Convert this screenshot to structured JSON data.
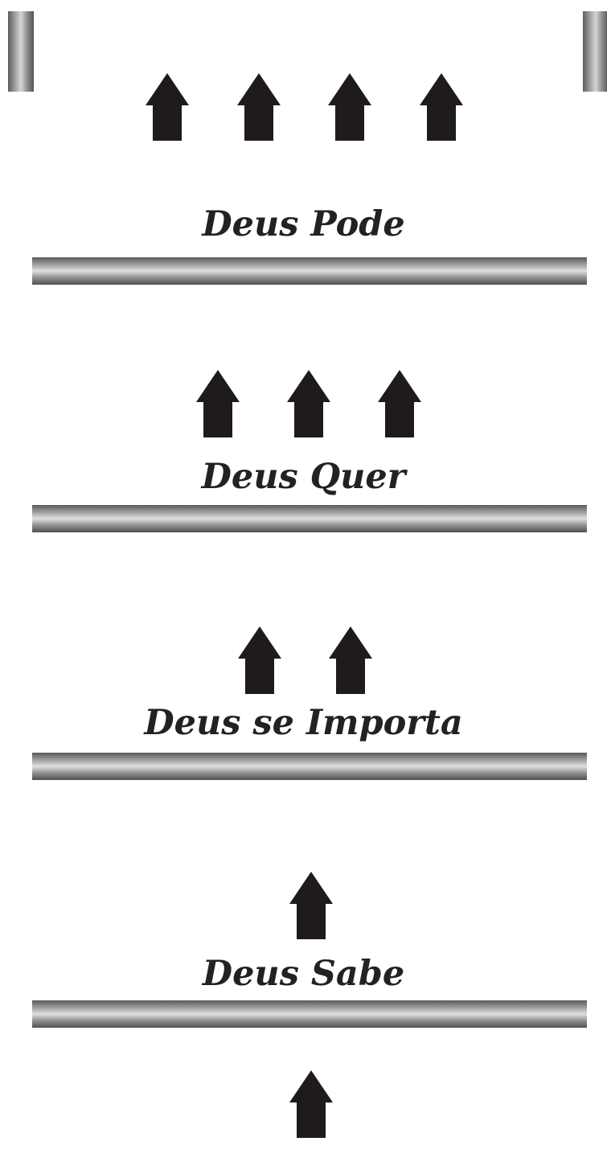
{
  "colors": {
    "rail_dark": "#6e6e6e",
    "rail_mid": "#a9a9a9",
    "rail_light": "#d8d8d8",
    "arrow": "#1f1b1c",
    "text": "#222222",
    "background": "#ffffff"
  },
  "ladder": {
    "steps": [
      {
        "label": "Deus Pode",
        "arrow_count": 4
      },
      {
        "label": "Deus Quer",
        "arrow_count": 3
      },
      {
        "label": "Deus se Importa",
        "arrow_count": 2
      },
      {
        "label": "Deus Sabe",
        "arrow_count": 1
      },
      {
        "label": "",
        "arrow_count": 1
      }
    ]
  },
  "icons": {
    "step_marker": "up-arrow-icon"
  }
}
